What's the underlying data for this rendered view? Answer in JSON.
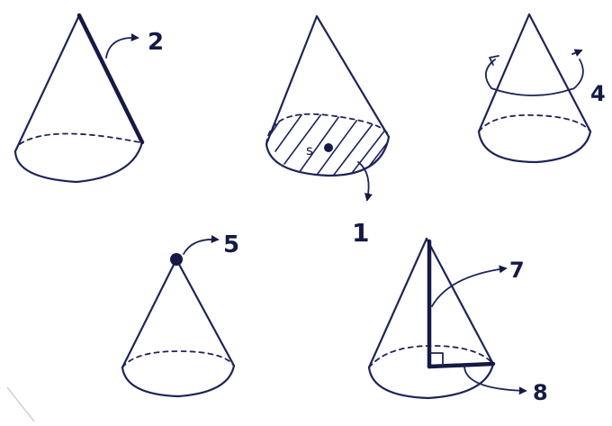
{
  "labels": {
    "generatrix": "2",
    "base": "1",
    "rotation": "4",
    "apex": "5",
    "height": "7",
    "radius": "8",
    "center": "s"
  },
  "colors": {
    "ink": "#1d2459",
    "paper": "#ffffff"
  }
}
